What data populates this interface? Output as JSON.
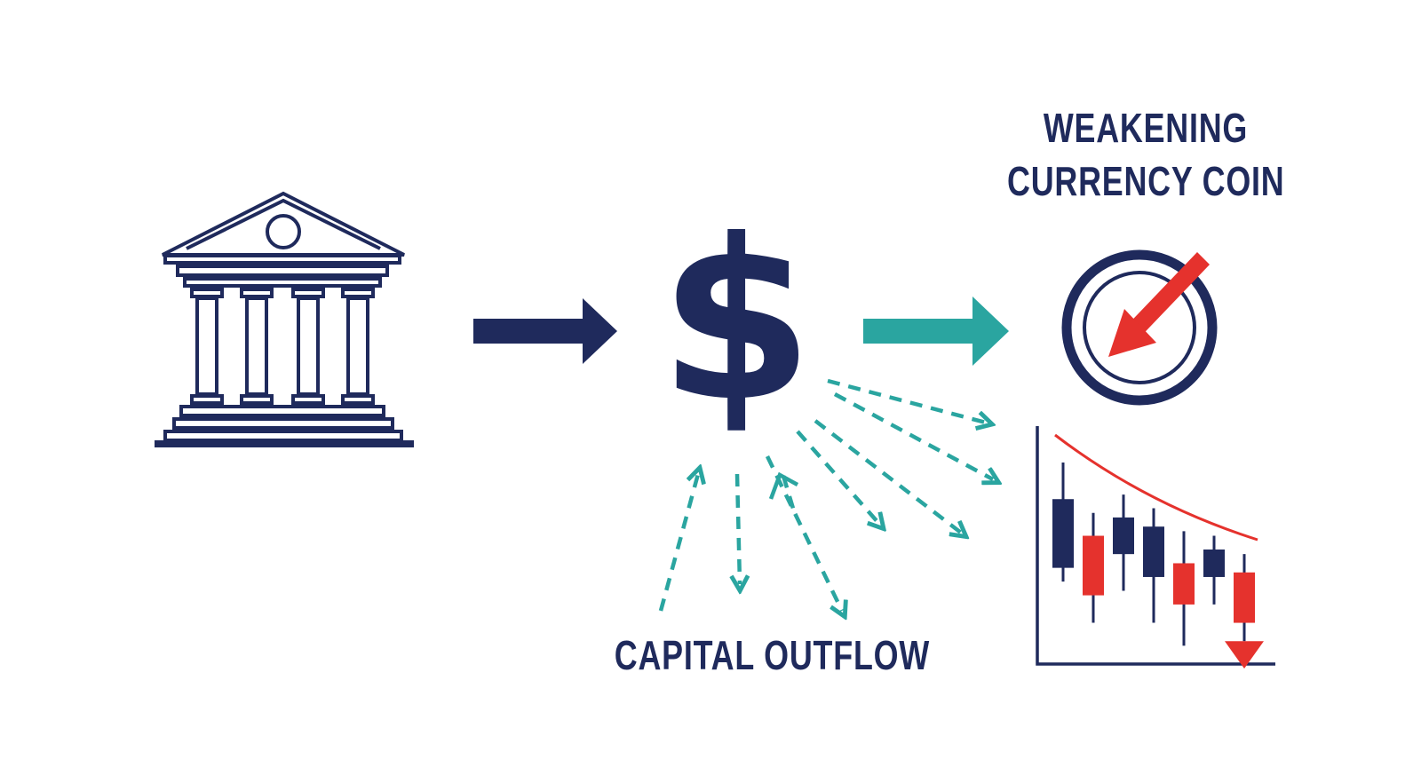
{
  "labels": {
    "weakening_line1": "WEAKENING",
    "weakening_line2": "CURRENCY COIN",
    "outflow": "CAPITAL OUTFLOW",
    "dollar_symbol": "$"
  },
  "colors": {
    "navy": "#1f2a5c",
    "teal": "#2aa5a0",
    "red": "#e5322d",
    "background": "#ffffff"
  },
  "icons": [
    "bank-building-icon",
    "dollar-icon",
    "coin-icon",
    "down-arrow-icon",
    "candlestick-chart-icon"
  ],
  "chart_data": {
    "type": "candlestick",
    "title": "",
    "candles": [
      {
        "direction": "down-navy",
        "open": 0.72,
        "close": 0.42,
        "high": 0.88,
        "low": 0.36
      },
      {
        "direction": "down-red",
        "open": 0.56,
        "close": 0.3,
        "high": 0.66,
        "low": 0.18
      },
      {
        "direction": "up-navy",
        "open": 0.48,
        "close": 0.64,
        "high": 0.74,
        "low": 0.32
      },
      {
        "direction": "down-navy",
        "open": 0.6,
        "close": 0.38,
        "high": 0.68,
        "low": 0.18
      },
      {
        "direction": "down-red",
        "open": 0.44,
        "close": 0.26,
        "high": 0.58,
        "low": 0.08
      },
      {
        "direction": "down-navy",
        "open": 0.5,
        "close": 0.38,
        "high": 0.56,
        "low": 0.26
      },
      {
        "direction": "down-red",
        "open": 0.4,
        "close": 0.18,
        "high": 0.48,
        "low": 0.1
      }
    ],
    "trend": "declining",
    "grid": false
  }
}
